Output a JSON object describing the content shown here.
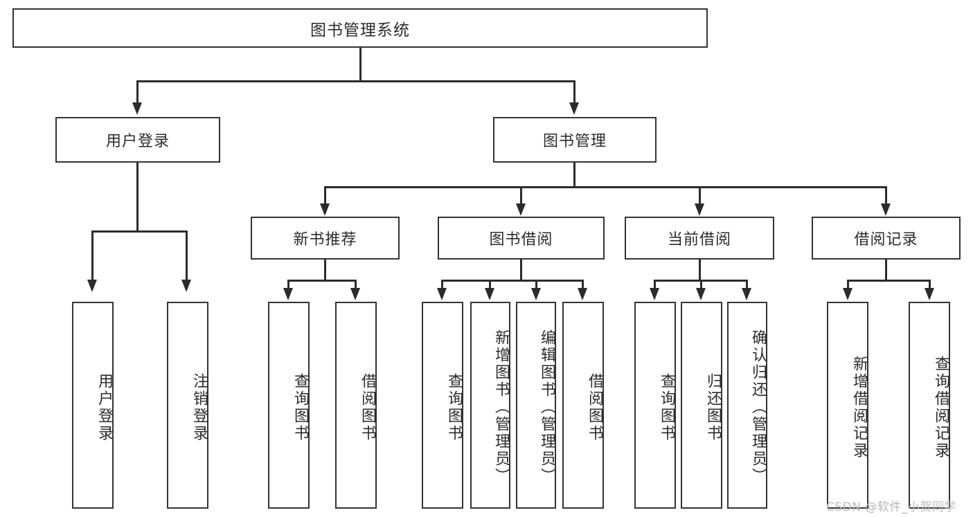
{
  "diagram": {
    "type": "hierarchy-tree",
    "title": "图书管理系统",
    "root": {
      "label": "图书管理系统"
    },
    "level2": [
      {
        "label": "用户登录"
      },
      {
        "label": "图书管理"
      }
    ],
    "level3": [
      {
        "label": "新书推荐"
      },
      {
        "label": "图书借阅"
      },
      {
        "label": "当前借阅"
      },
      {
        "label": "借阅记录"
      }
    ],
    "leaves": {
      "user_login": [
        {
          "label": "用户登录"
        },
        {
          "label": "注销登录"
        }
      ],
      "new_book_recommend": [
        {
          "label": "查询图书"
        },
        {
          "label": "借阅图书"
        }
      ],
      "book_borrow": [
        {
          "label": "查询图书"
        },
        {
          "label": "新增图书（管理员）"
        },
        {
          "label": "编辑图书（管理员）"
        },
        {
          "label": "借阅图书"
        }
      ],
      "current_borrow": [
        {
          "label": "查询图书"
        },
        {
          "label": "归还图书"
        },
        {
          "label": "确认归还（管理员）"
        }
      ],
      "borrow_record": [
        {
          "label": "新增借阅记录"
        },
        {
          "label": "查询借阅记录"
        }
      ]
    }
  },
  "watermark": {
    "text": "CSDN @软件_小贺同学"
  },
  "colors": {
    "stroke": "#333333",
    "text": "#2b2b2b",
    "background": "#ffffff",
    "watermark": "#b9b9b9"
  }
}
